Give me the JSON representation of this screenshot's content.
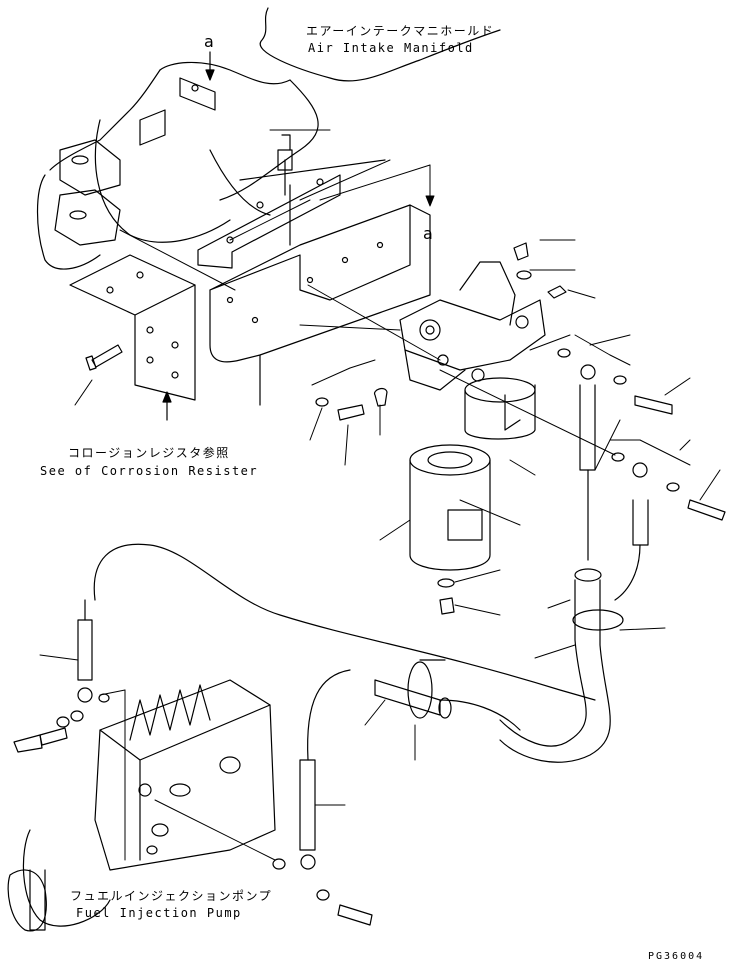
{
  "labels": {
    "air_intake_jp": "エアーインテークマニホールド",
    "air_intake_en": "Air Intake Manifold",
    "corrosion_jp": "コロージョンレジスタ参照",
    "corrosion_en": "See of Corrosion Resister",
    "pump_jp": "フュエルインジェクションポンプ",
    "pump_en": "Fuel Injection Pump",
    "view_ref_top": "a",
    "view_ref_side": "a",
    "drawing_number": "PG36004"
  }
}
